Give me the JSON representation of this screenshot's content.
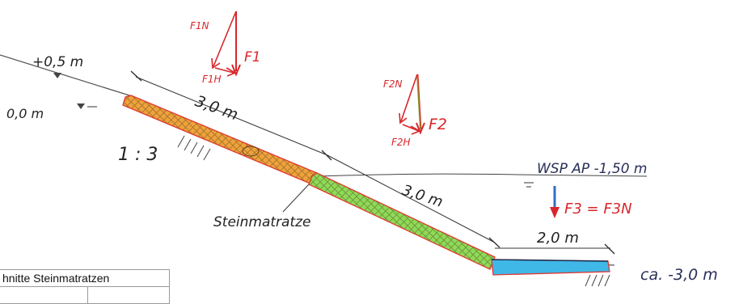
{
  "labels": {
    "elev_plus": "+0,5 m",
    "elev_zero": "0,0 m",
    "slope": "1 : 3",
    "len1": "3,0 m",
    "len2": "3,0 m",
    "len3": "2,0 m",
    "stein": "Steinmatratze",
    "wsp": "WSP  AP  -1,50 m",
    "ca": "ca. -3,0 m"
  },
  "forces": {
    "f1n": "F1N",
    "f1": "F1",
    "f1h": "F1H",
    "f2n": "F2N",
    "f2": "F2",
    "f2h": "F2H",
    "f3": "F3 = F3N"
  },
  "table": {
    "header": "hnitte Steinmatratzen",
    "cell_a": "",
    "cell_b": ""
  },
  "colors": {
    "segment1": "#f0a23a",
    "segment2": "#8ddb56",
    "segment3": "#3fb8e8",
    "force_red": "#d8262a",
    "force_green": "#8a9a2a",
    "force_blue": "#2f6fc8",
    "outline_red": "#e0372e"
  }
}
